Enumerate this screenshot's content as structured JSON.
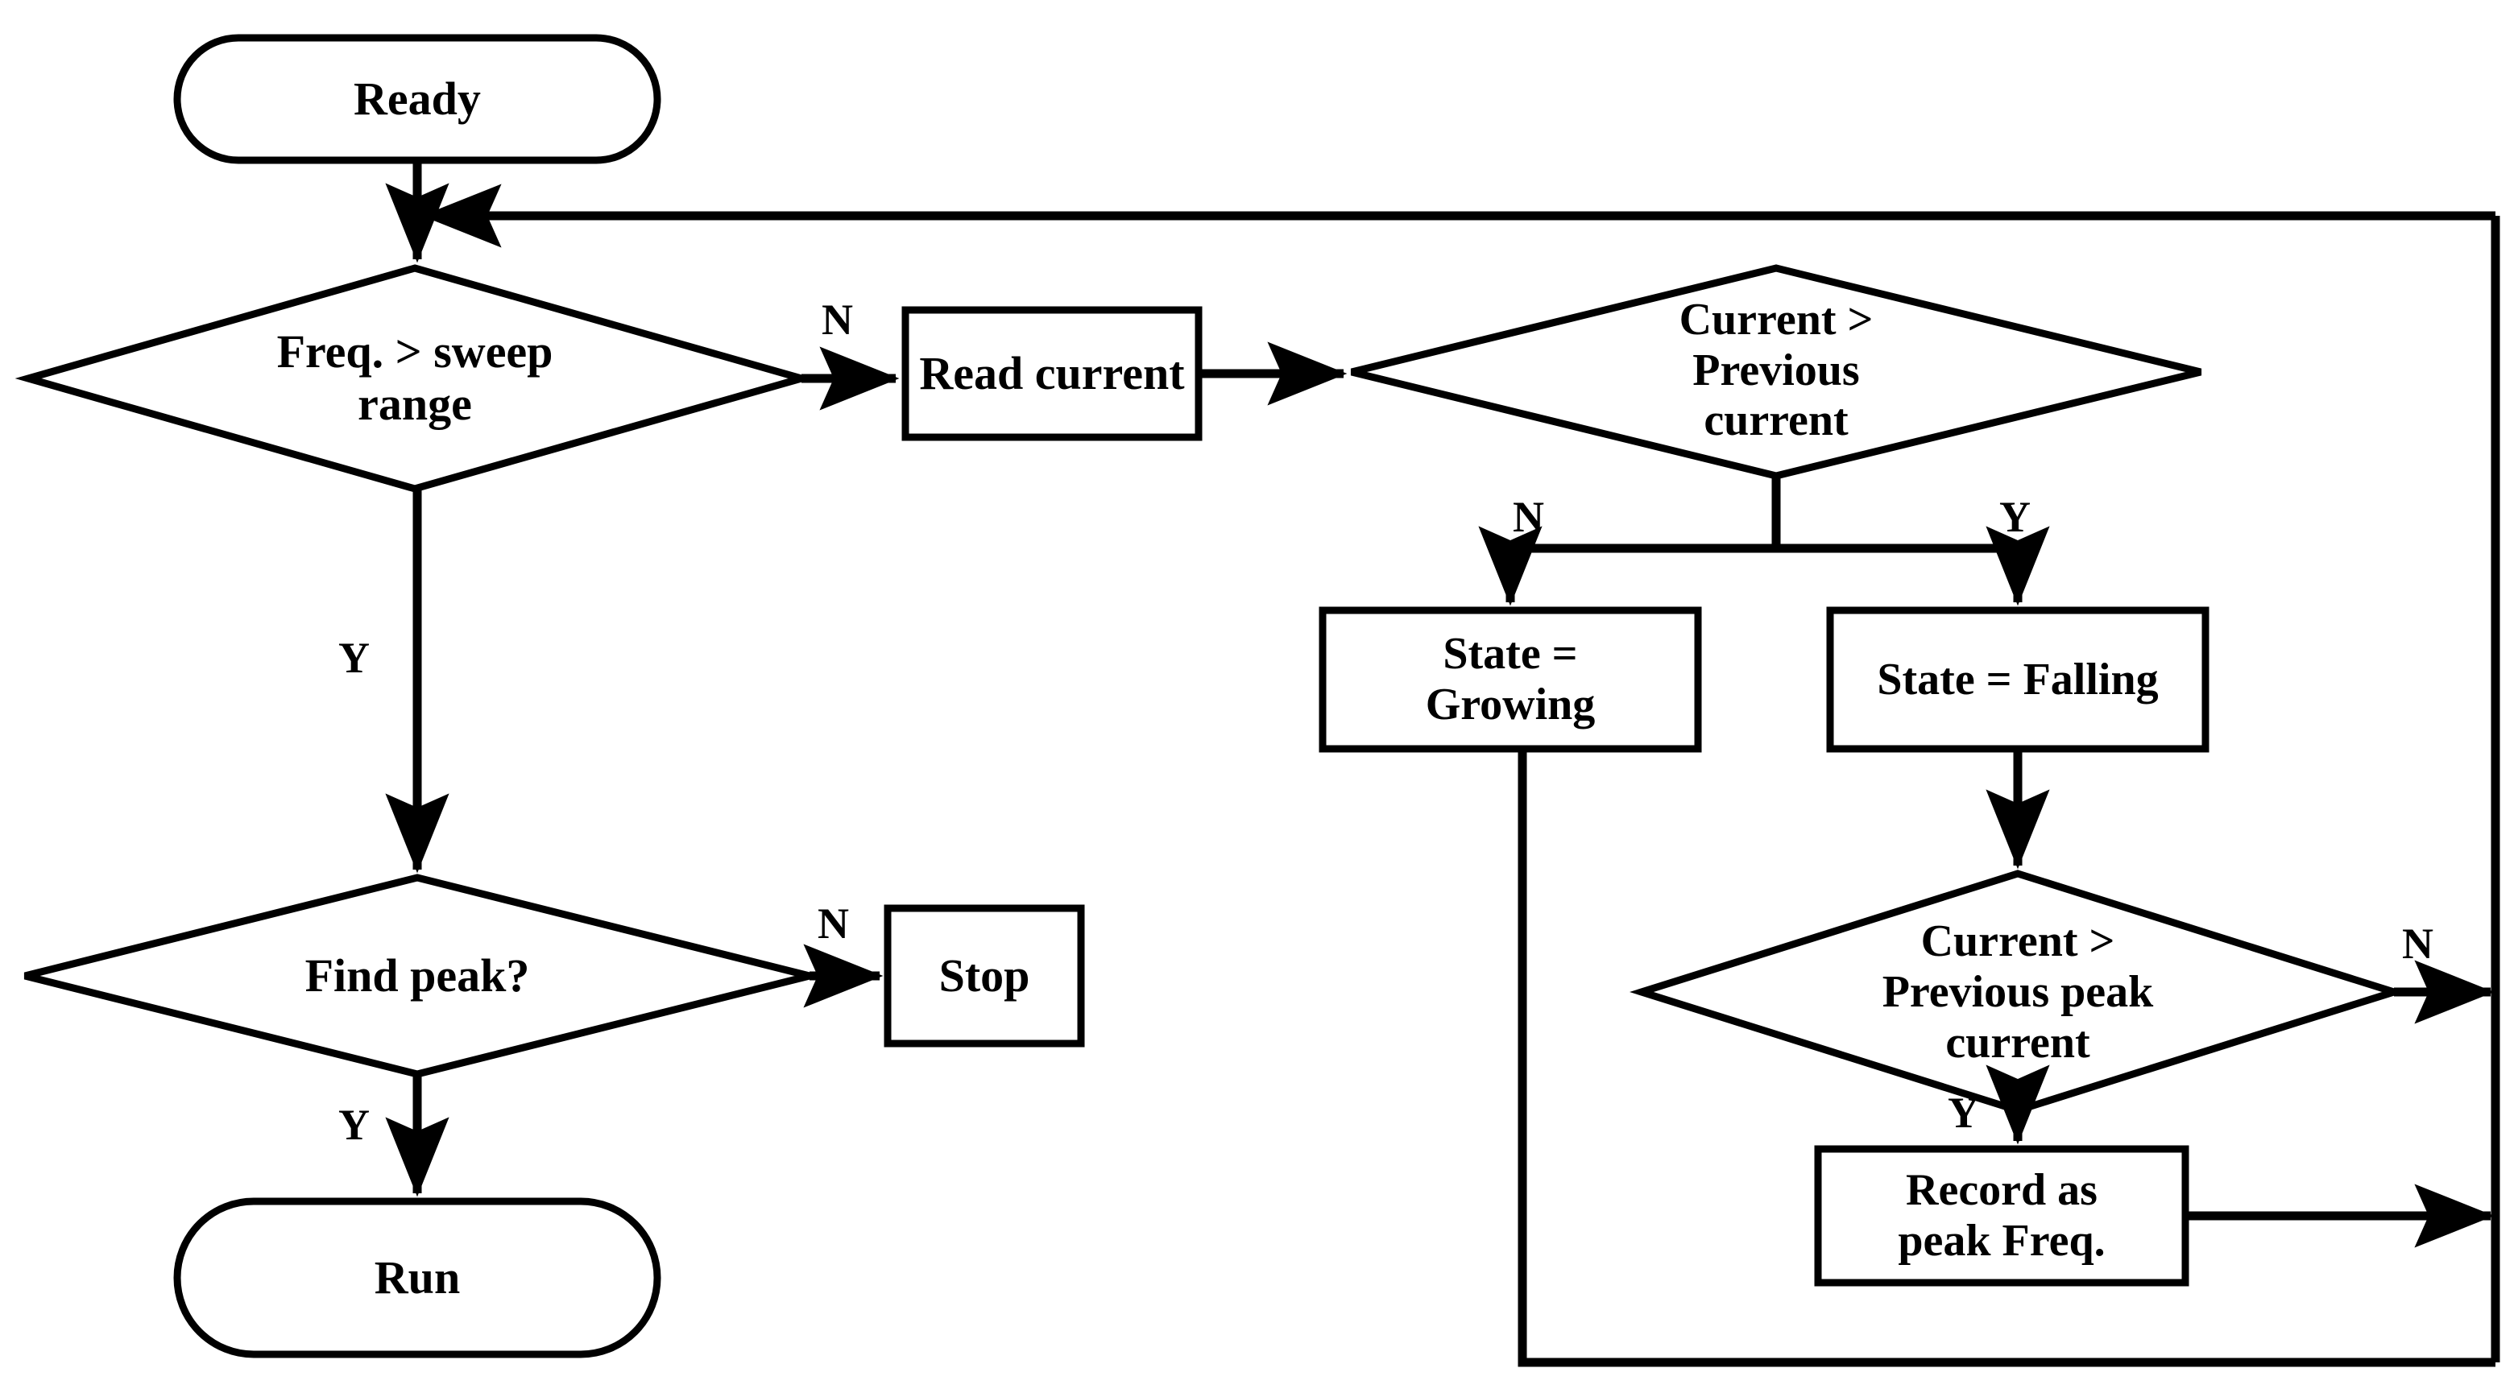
{
  "diagram": {
    "title": "Peak frequency sweep control flowchart",
    "type": "flowchart",
    "background_color": "#ffffff",
    "stroke_color": "#000000",
    "text_color": "#000000"
  },
  "nodes": {
    "ready": {
      "label": "Ready",
      "shape": "stadium"
    },
    "freq_check": {
      "label": "Freq. > sweep\nrange",
      "shape": "diamond"
    },
    "read_current": {
      "label": "Read current",
      "shape": "rectangle"
    },
    "current_vs_previous": {
      "label": "Current >\nPrevious\ncurrent",
      "shape": "diamond"
    },
    "state_growing": {
      "label": "State =\nGrowing",
      "shape": "rectangle"
    },
    "state_falling": {
      "label": "State = Falling",
      "shape": "rectangle"
    },
    "find_peak": {
      "label": "Find peak?",
      "shape": "diamond"
    },
    "stop": {
      "label": "Stop",
      "shape": "rectangle"
    },
    "run": {
      "label": "Run",
      "shape": "stadium"
    },
    "current_vs_peak": {
      "label": "Current >\nPrevious peak\ncurrent",
      "shape": "diamond"
    },
    "record_peak": {
      "label": "Record as\npeak Freq.",
      "shape": "rectangle"
    }
  },
  "edge_labels": {
    "freq_no": "N",
    "freq_yes": "Y",
    "current_no": "N",
    "current_yes": "Y",
    "find_peak_no": "N",
    "find_peak_yes": "Y",
    "peak_no": "N",
    "peak_yes": "Y"
  }
}
